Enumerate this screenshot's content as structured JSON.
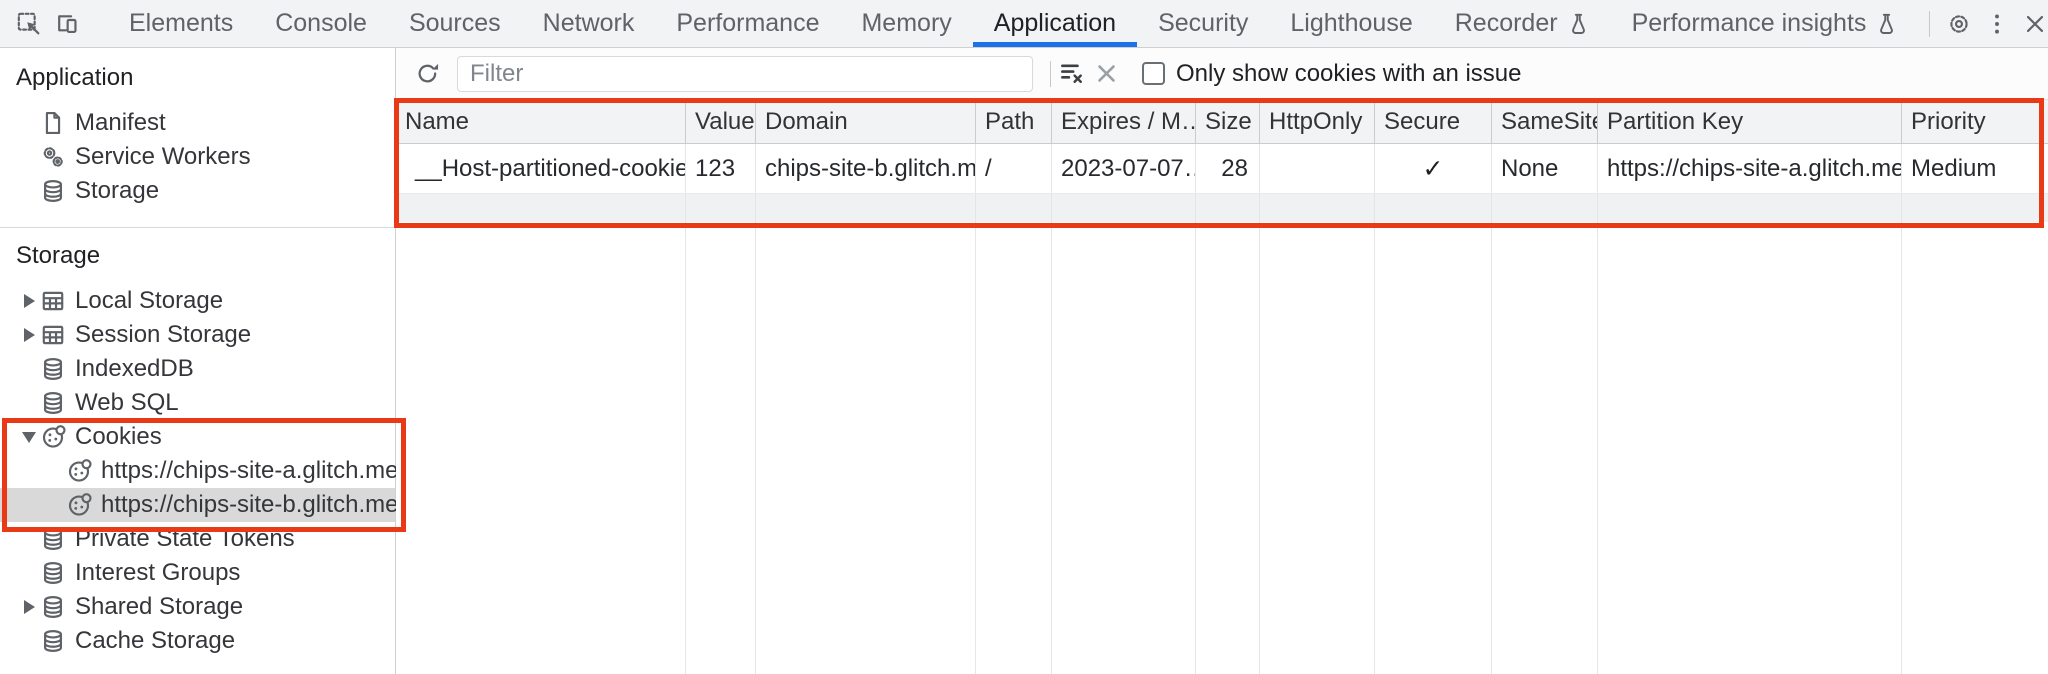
{
  "colors": {
    "accent_blue": "#1a73e8",
    "highlight_red": "#e83a17",
    "selected_row_bg": "#d9d9d9",
    "toolbar_bg": "#f1f3f4"
  },
  "topbar": {
    "left_icons": [
      "inspect-icon",
      "device-toolbar-icon"
    ],
    "tabs": [
      {
        "label": "Elements"
      },
      {
        "label": "Console"
      },
      {
        "label": "Sources"
      },
      {
        "label": "Network"
      },
      {
        "label": "Performance"
      },
      {
        "label": "Memory"
      },
      {
        "label": "Application"
      },
      {
        "label": "Security"
      },
      {
        "label": "Lighthouse"
      },
      {
        "label": "Recorder",
        "flask": true
      },
      {
        "label": "Performance insights",
        "flask": true
      }
    ],
    "selected_tab": "Application",
    "right_icons": [
      "settings-gear-icon",
      "more-menu-icon",
      "close-icon"
    ]
  },
  "sidebar": {
    "sections": [
      {
        "title": "Application",
        "items": [
          {
            "label": "Manifest",
            "icon": "document-icon"
          },
          {
            "label": "Service Workers",
            "icon": "gears-icon"
          },
          {
            "label": "Storage",
            "icon": "database-icon"
          }
        ]
      },
      {
        "title": "Storage",
        "items": [
          {
            "label": "Local Storage",
            "icon": "table-icon",
            "arrow": "collapsed"
          },
          {
            "label": "Session Storage",
            "icon": "table-icon",
            "arrow": "collapsed"
          },
          {
            "label": "IndexedDB",
            "icon": "database-icon"
          },
          {
            "label": "Web SQL",
            "icon": "database-icon"
          },
          {
            "label": "Cookies",
            "icon": "cookie-icon",
            "arrow": "expanded",
            "children": [
              {
                "label": "https://chips-site-a.glitch.me",
                "icon": "cookie-icon"
              },
              {
                "label": "https://chips-site-b.glitch.me",
                "icon": "cookie-icon",
                "selected": true
              }
            ]
          },
          {
            "label": "Private State Tokens",
            "icon": "database-icon"
          },
          {
            "label": "Interest Groups",
            "icon": "database-icon"
          },
          {
            "label": "Shared Storage",
            "icon": "database-icon",
            "arrow": "collapsed"
          },
          {
            "label": "Cache Storage",
            "icon": "database-icon"
          }
        ]
      }
    ]
  },
  "toolbar": {
    "refresh_icon": "refresh-icon",
    "filter_placeholder": "Filter",
    "filter_value": "",
    "clear_filter_icon": "clear-filter-icon",
    "clear_icon": "clear-x-icon",
    "checkbox_label": "Only show cookies with an issue",
    "checkbox_checked": false
  },
  "cookie_table": {
    "columns": [
      "Name",
      "Value",
      "Domain",
      "Path",
      "Expires / M…",
      "Size",
      "HttpOnly",
      "Secure",
      "SameSite",
      "Partition Key",
      "Priority"
    ],
    "rows": [
      {
        "name": "__Host-partitioned-cookie",
        "value": "123",
        "domain": "chips-site-b.glitch.me",
        "path": "/",
        "expires": "2023-07-07…",
        "size": "28",
        "httponly": "",
        "secure": "✓",
        "samesite": "None",
        "partition_key": "https://chips-site-a.glitch.me",
        "priority": "Medium"
      }
    ]
  },
  "annotations": {
    "sidebar_highlight": "cookies-tree",
    "table_highlight": "cookie-table-row"
  }
}
